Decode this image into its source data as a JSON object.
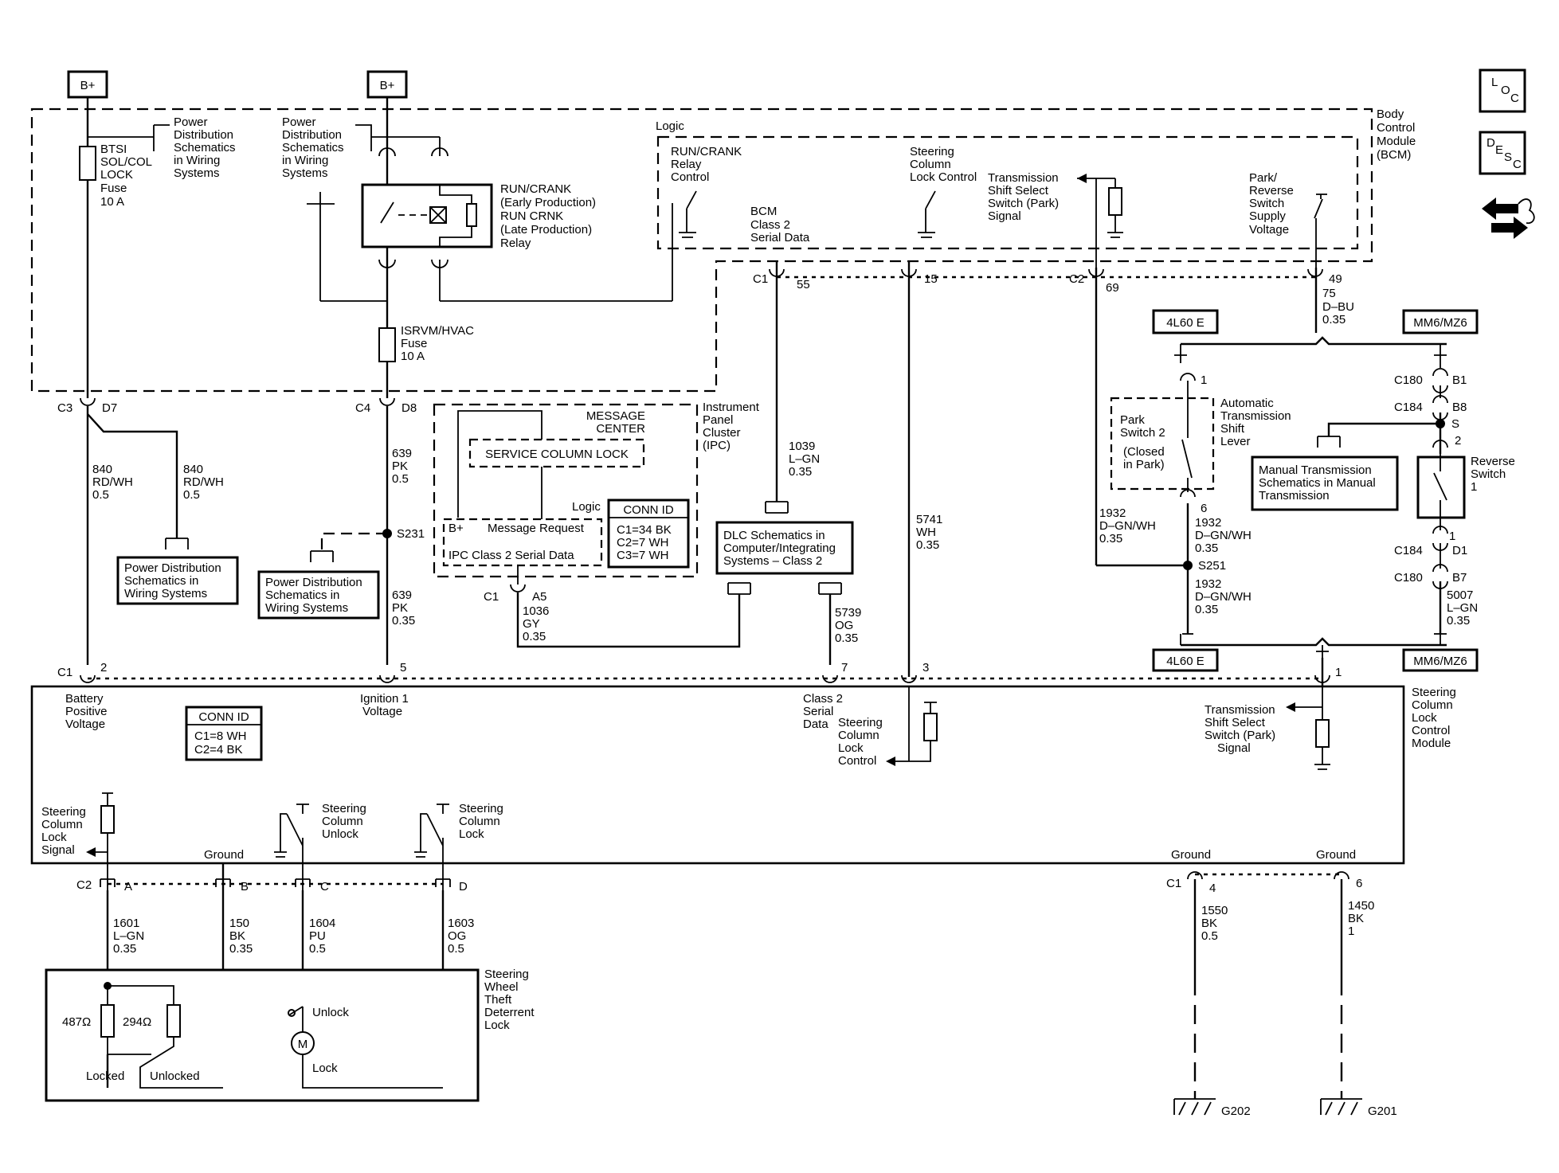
{
  "power": {
    "b_plus_left": "B+",
    "b_plus_right": "B+"
  },
  "fuses": {
    "btsi": [
      "BTSI",
      "SOL/COL",
      "LOCK",
      "Fuse",
      "10 A"
    ],
    "isrvm": [
      "ISRVM/HVAC",
      "Fuse",
      "10 A"
    ]
  },
  "refs": {
    "pd_top_left": [
      "Power",
      "Distribution",
      "Schematics",
      "in Wiring",
      "Systems"
    ],
    "pd_top_mid": [
      "Power",
      "Distribution",
      "Schematics",
      "in Wiring",
      "Systems"
    ],
    "pd_box_left": [
      "Power Distribution",
      "Schematics in",
      "Wiring Systems"
    ],
    "pd_box_mid": [
      "Power Distribution",
      "Schematics in",
      "Wiring Systems"
    ],
    "dlc": [
      "DLC Schematics in",
      "Computer/Integrating",
      "Systems – Class 2"
    ],
    "manual_trans": [
      "Manual Transmission",
      "Schematics in Manual",
      "Transmission"
    ]
  },
  "relay": [
    "RUN/CRANK",
    "(Early Production)",
    "RUN CRNK",
    "(Late Production)",
    "Relay"
  ],
  "bcm": {
    "name": [
      "Body",
      "Control",
      "Module",
      "(BCM)"
    ],
    "logic": "Logic",
    "run_crank": [
      "RUN/CRANK",
      "Relay",
      "Control"
    ],
    "class2": [
      "BCM",
      "Class 2",
      "Serial Data"
    ],
    "steering_lock": [
      "Steering",
      "Column",
      "Lock Control"
    ],
    "trans_shift": [
      "Transmission",
      "Shift Select",
      "Switch (Park)",
      "Signal"
    ],
    "park_reverse": [
      "Park/",
      "Reverse",
      "Switch",
      "Supply",
      "Voltage"
    ]
  },
  "connectors": {
    "c3": "C3",
    "d7": "D7",
    "c4": "C4",
    "d8": "D8",
    "c1_55": "C1",
    "p55": "55",
    "p15": "15",
    "c2_69": "C2",
    "p69": "69",
    "p49": "49",
    "ipc_c1": "C1",
    "a5": "A5",
    "s231": "S231",
    "s251": "S251",
    "s_splice": "S",
    "c180a": "C180",
    "b1": "B1",
    "c184a": "C184",
    "b8": "B8",
    "p2": "2",
    "c184b": "C184",
    "d1": "D1",
    "c180b": "C180",
    "b7": "B7",
    "p1_top": "1",
    "p6": "6",
    "p1_rev": "1",
    "p1_bot": "1",
    "sc_c1": "C1",
    "sc_2": "2",
    "sc_5": "5",
    "sc_7": "7",
    "sc_3": "3",
    "c2b": "C2",
    "pa": "A",
    "pb": "B",
    "pc": "C",
    "pd": "D",
    "g_c1": "C1",
    "p4": "4",
    "p6b": "6"
  },
  "wires": {
    "w840a": [
      "840",
      "RD/WH",
      "0.5"
    ],
    "w840b": [
      "840",
      "RD/WH",
      "0.5"
    ],
    "w639a": [
      "639",
      "PK",
      "0.5"
    ],
    "w639b": [
      "639",
      "PK",
      "0.35"
    ],
    "w1036": [
      "1036",
      "GY",
      "0.35"
    ],
    "w1039": [
      "1039",
      "L–GN",
      "0.35"
    ],
    "w5739": [
      "5739",
      "OG",
      "0.35"
    ],
    "w5741": [
      "5741",
      "WH",
      "0.35"
    ],
    "w75": [
      "75",
      "D–BU",
      "0.35"
    ],
    "w1932a": [
      "1932",
      "D–GN/WH",
      "0.35"
    ],
    "w1932b": [
      "1932",
      "D–GN/WH",
      "0.35"
    ],
    "w1932c": [
      "1932",
      "D–GN/WH",
      "0.35"
    ],
    "w5007": [
      "5007",
      "L–GN",
      "0.35"
    ],
    "w1601": [
      "1601",
      "L–GN",
      "0.35"
    ],
    "w150": [
      "150",
      "BK",
      "0.35"
    ],
    "w1604": [
      "1604",
      "PU",
      "0.5"
    ],
    "w1603": [
      "1603",
      "OG",
      "0.5"
    ],
    "w1550": [
      "1550",
      "BK",
      "0.5"
    ],
    "w1450": [
      "1450",
      "BK",
      "1"
    ]
  },
  "ipc": {
    "name": [
      "Instrument",
      "Panel",
      "Cluster",
      "(IPC)"
    ],
    "message_center": [
      "MESSAGE",
      "CENTER"
    ],
    "service_lock": "SERVICE COLUMN LOCK",
    "logic": "Logic",
    "b_plus": "B+",
    "message_request": "Message Request",
    "class2": "IPC Class 2 Serial Data",
    "conn_id_title": "CONN ID",
    "conn_id": [
      "C1=34 BK",
      "C2=7 WH",
      "C3=7 WH"
    ]
  },
  "options": {
    "l60_top": "4L60 E",
    "mm6_top": "MM6/MZ6",
    "l60_bot": "4L60 E",
    "mm6_bot": "MM6/MZ6"
  },
  "trans": {
    "park_switch": [
      "Park",
      "Switch 2",
      "(Closed",
      "in Park)"
    ],
    "auto_lever": [
      "Automatic",
      "Transmission",
      "Shift",
      "Lever"
    ],
    "reverse": [
      "Reverse",
      "Switch",
      "1"
    ]
  },
  "sclcm": {
    "name": [
      "Steering",
      "Column",
      "Lock",
      "Control",
      "Module"
    ],
    "batt": [
      "Battery",
      "Positive",
      "Voltage"
    ],
    "ign": [
      "Ignition 1",
      "Voltage"
    ],
    "class2": [
      "Class 2",
      "Serial",
      "Data"
    ],
    "lock_control": [
      "Steering",
      "Column",
      "Lock",
      "Control"
    ],
    "trans_shift": [
      "Transmission",
      "Shift Select",
      "Switch (Park)",
      "Signal"
    ],
    "conn_id_title": "CONN ID",
    "conn_id": [
      "C1=8 WH",
      "C2=4 BK"
    ],
    "lock_signal": [
      "Steering",
      "Column",
      "Lock",
      "Signal"
    ],
    "ground": "Ground",
    "unlock": [
      "Steering",
      "Column",
      "Unlock"
    ],
    "lock": [
      "Steering",
      "Column",
      "Lock"
    ]
  },
  "swdl": {
    "name": [
      "Steering",
      "Wheel",
      "Theft",
      "Deterrent",
      "Lock"
    ],
    "r487": "487Ω",
    "r294": "294Ω",
    "locked": "Locked",
    "unlocked": "Unlocked",
    "unlock": "Unlock",
    "lock": "Lock",
    "motor": "M"
  },
  "grounds": {
    "ground_a": "Ground",
    "ground_b": "Ground",
    "g202": "G202",
    "g201": "G201"
  },
  "icons": {
    "loc": [
      "L",
      "O",
      "C"
    ],
    "desc": [
      "D",
      "E",
      "S",
      "C"
    ],
    "nav": "navigation-arrows-icon"
  }
}
